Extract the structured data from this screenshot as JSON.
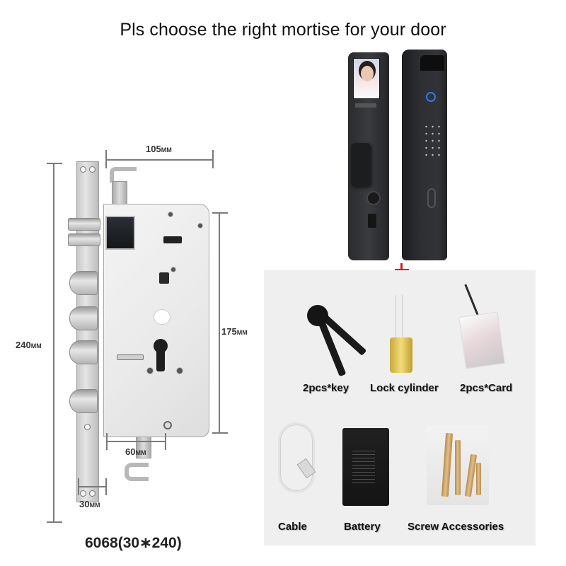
{
  "title": "Pls choose the right mortise for your door",
  "mortise": {
    "model": "6068(30∗240)",
    "dimensions": {
      "width_top": {
        "value": "105",
        "unit": "MM"
      },
      "height_total": {
        "value": "240",
        "unit": "MM"
      },
      "height_body": {
        "value": "175",
        "unit": "MM"
      },
      "backset": {
        "value": "60",
        "unit": "MM"
      },
      "faceplate_width": {
        "value": "30",
        "unit": "MM"
      }
    }
  },
  "accessories": {
    "separator_icon": "plus-icon",
    "separator_color": "#e01616",
    "panel_color": "#efefef",
    "items": [
      {
        "label": "2pcs*key",
        "icon": "key-icon"
      },
      {
        "label": "Lock cylinder",
        "icon": "lock-cylinder-icon"
      },
      {
        "label": "2pcs*Card",
        "icon": "rfid-card-icon"
      },
      {
        "label": "Cable",
        "icon": "usb-cable-icon"
      },
      {
        "label": "Battery",
        "icon": "battery-icon"
      },
      {
        "label": "Screw Accessories",
        "icon": "screw-bag-icon"
      }
    ]
  }
}
